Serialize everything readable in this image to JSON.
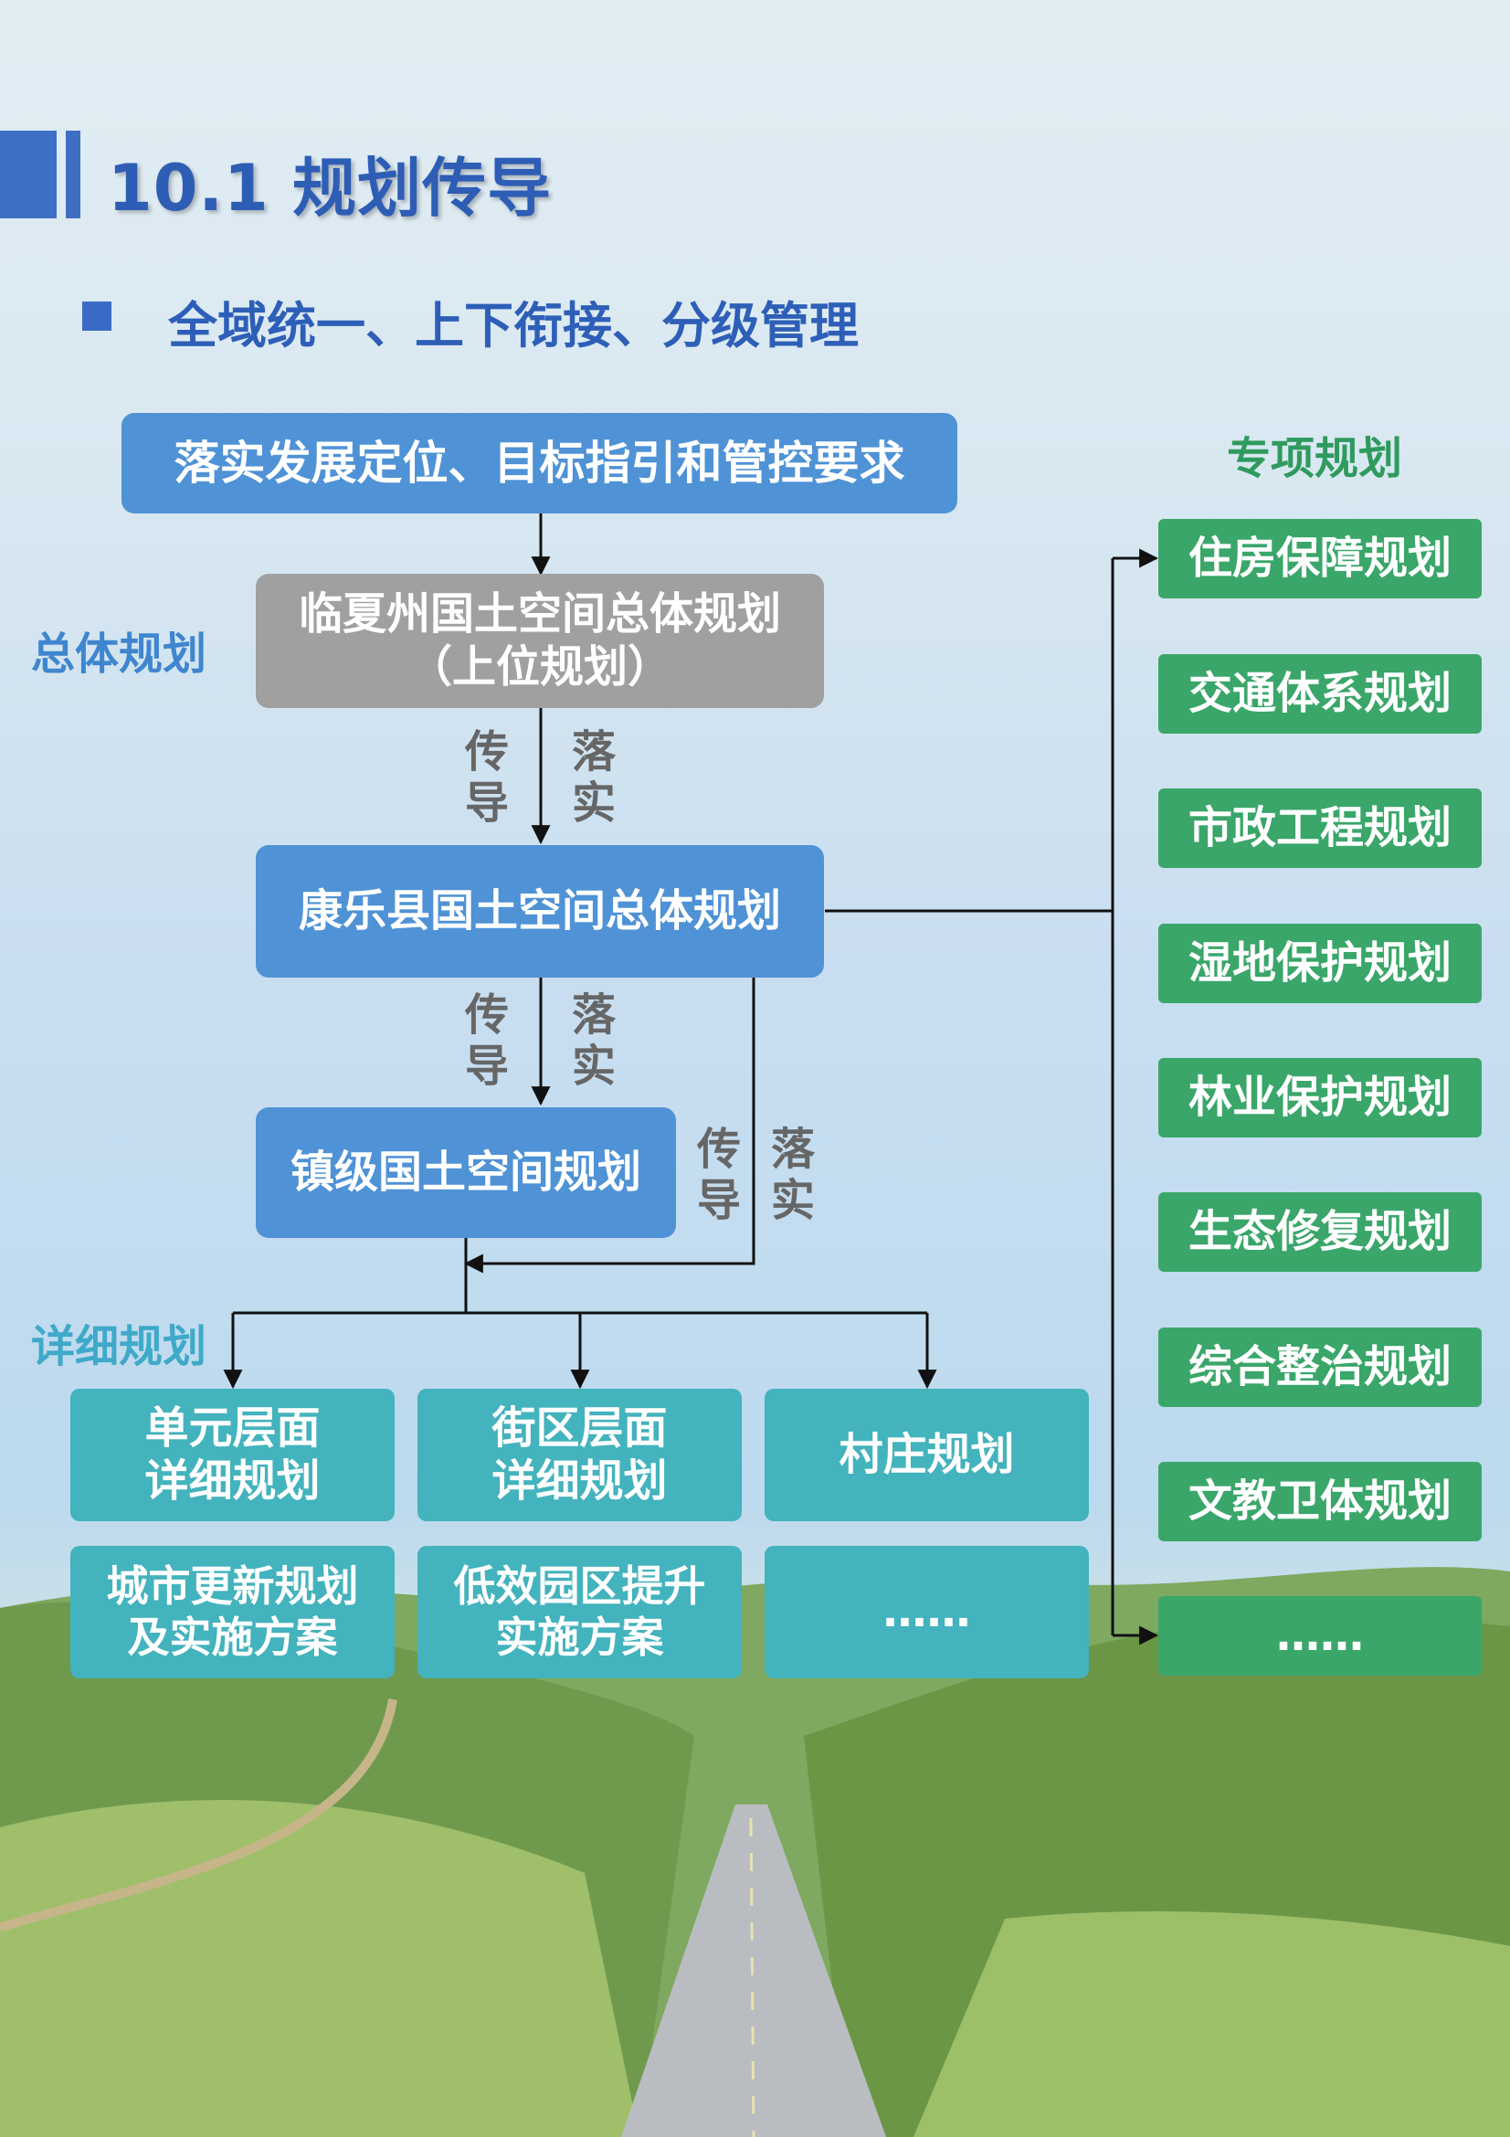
{
  "header": {
    "title": "10.1 规划传导",
    "subtitle": "全域统一、上下衔接、分级管理"
  },
  "labels": {
    "overall": "总体规划",
    "detailed": "详细规划",
    "special": "专项规划"
  },
  "top_box": "落实发展定位、目标指引和管控要求",
  "upper_plan": {
    "line1": "临夏州国土空间总体规划",
    "line2": "（上位规划）"
  },
  "county_plan": "康乐县国土空间总体规划",
  "town_plan": "镇级国土空间规划",
  "connectors": {
    "a": {
      "left": [
        "传",
        "导"
      ],
      "right": [
        "落",
        "实"
      ]
    },
    "b": {
      "left": [
        "传",
        "导"
      ],
      "right": [
        "落",
        "实"
      ]
    },
    "c": {
      "left": [
        "传",
        "导"
      ],
      "right": [
        "落",
        "实"
      ]
    }
  },
  "detailed_plans": [
    {
      "line1": "单元层面",
      "line2": "详细规划"
    },
    {
      "line1": "街区层面",
      "line2": "详细规划"
    },
    {
      "line1": "村庄规划",
      "line2": ""
    },
    {
      "line1": "城市更新规划",
      "line2": "及实施方案"
    },
    {
      "line1": "低效园区提升",
      "line2": "实施方案"
    },
    {
      "line1": "……",
      "line2": ""
    }
  ],
  "special_plans": [
    "住房保障规划",
    "交通体系规划",
    "市政工程规划",
    "湿地保护规划",
    "林业保护规划",
    "生态修复规划",
    "综合整治规划",
    "文教卫体规划",
    "……"
  ],
  "colors": {
    "title": "#2e5db5",
    "blue_box": "#4f92d6",
    "gray_box": "#a0a0a0",
    "teal_box": "#43b3bd",
    "green_box": "#3aa66a",
    "overall_label": "#3f86cf",
    "detailed_label": "#3fa9c9",
    "special_label": "#2f9a5e"
  }
}
